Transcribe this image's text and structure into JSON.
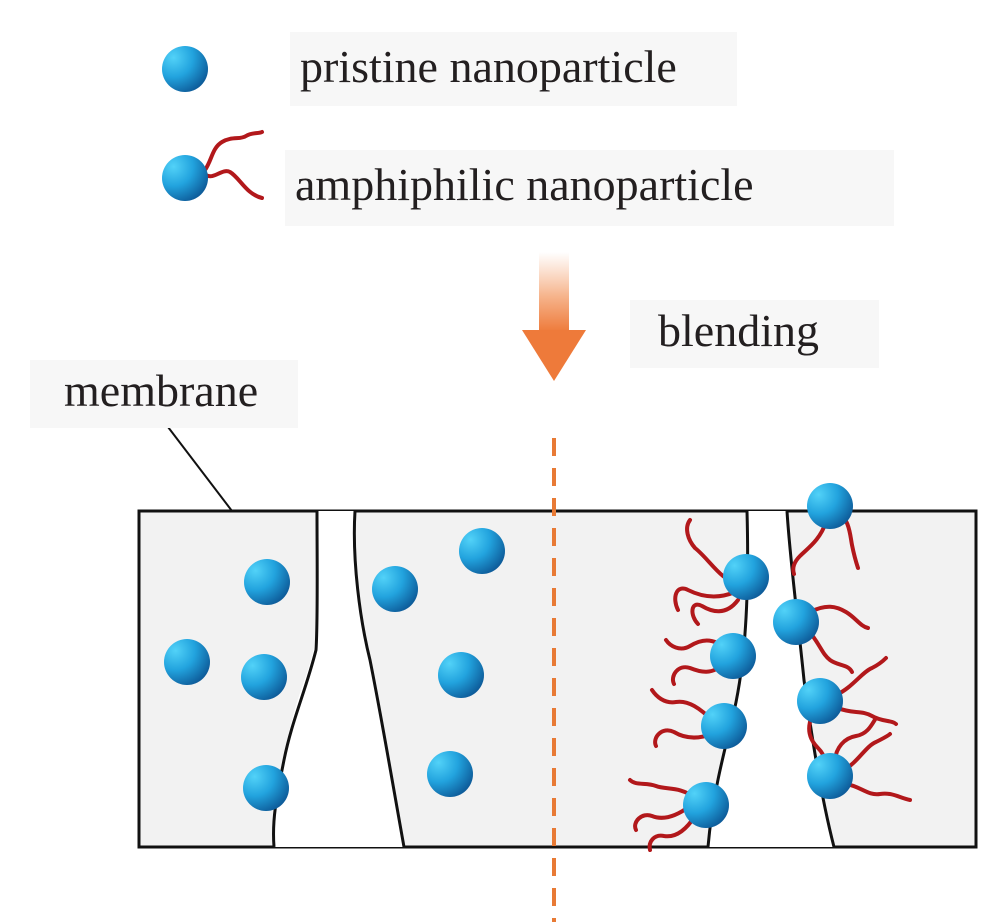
{
  "legend": {
    "pristine_label": "pristine nanoparticle",
    "amphiphilic_label": "amphiphilic nanoparticle"
  },
  "process": {
    "blending_label": "blending"
  },
  "membrane": {
    "label": "membrane"
  },
  "colors": {
    "particle_light": "#35c4f2",
    "particle_dark": "#0e5f9e",
    "chain": "#b2181b",
    "arrow": "#ef7c3b",
    "divider": "#e87a35",
    "membrane_fill": "#f2f2f2",
    "outline": "#111111"
  },
  "icons": {
    "pristine": "blue-sphere",
    "amphiphilic": "blue-sphere-with-red-tail",
    "arrow": "down-arrow"
  }
}
